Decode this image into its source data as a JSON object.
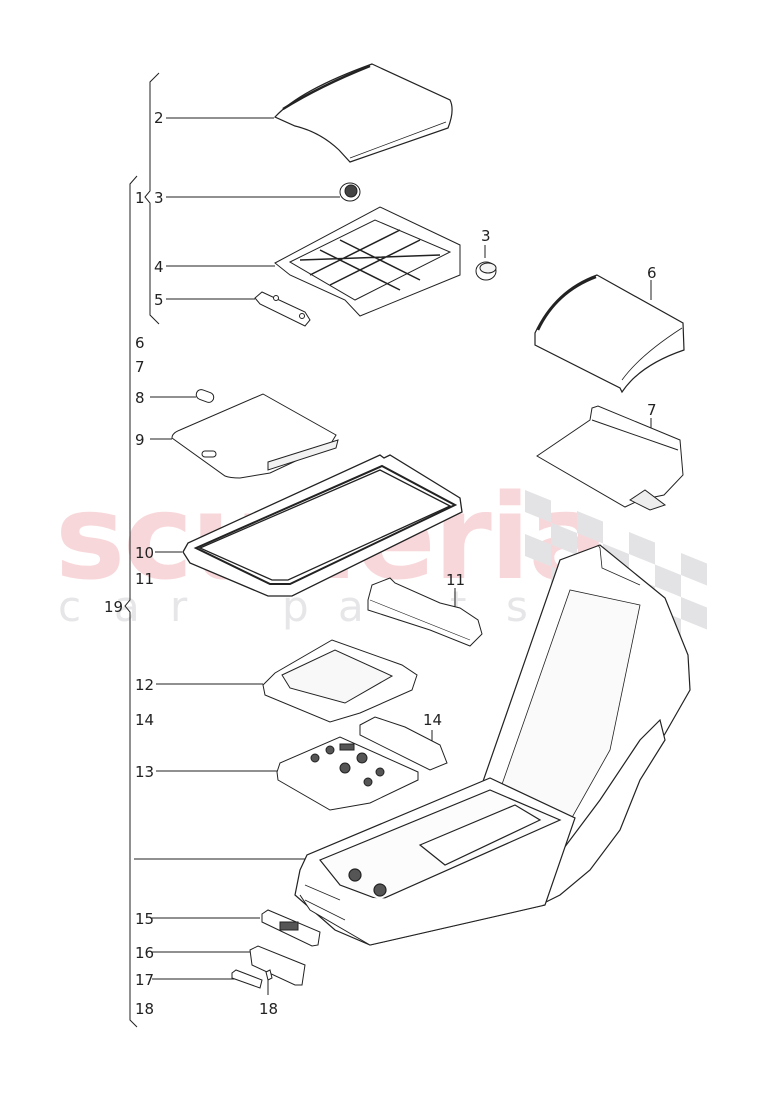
{
  "diagram": {
    "type": "exploded-parts-diagram",
    "subject": "Center console armrest assembly",
    "watermark": {
      "main_text": "scuderia",
      "sub_letters": [
        "c",
        "a",
        "r",
        "p",
        "a",
        "r",
        "t",
        "s"
      ],
      "main_color": "#f8d7da",
      "sub_color": "#e6e6e8",
      "flag_color": "#e0e0e2"
    },
    "line_color": "#222222",
    "callouts": {
      "left_column": [
        {
          "id": "c1",
          "label": "1"
        },
        {
          "id": "c2",
          "label": "2"
        },
        {
          "id": "c3",
          "label": "3"
        },
        {
          "id": "c4",
          "label": "4"
        },
        {
          "id": "c5",
          "label": "5"
        },
        {
          "id": "c6",
          "label": "6"
        },
        {
          "id": "c7",
          "label": "7"
        },
        {
          "id": "c8",
          "label": "8"
        },
        {
          "id": "c9",
          "label": "9"
        },
        {
          "id": "c10",
          "label": "10"
        },
        {
          "id": "c11",
          "label": "11"
        },
        {
          "id": "c19",
          "label": "19"
        },
        {
          "id": "c12",
          "label": "12"
        },
        {
          "id": "c14",
          "label": "14"
        },
        {
          "id": "c13",
          "label": "13"
        },
        {
          "id": "c15",
          "label": "15"
        },
        {
          "id": "c16",
          "label": "16"
        },
        {
          "id": "c17",
          "label": "17"
        },
        {
          "id": "c18",
          "label": "18"
        }
      ],
      "in_drawing": [
        {
          "id": "d3",
          "label": "3"
        },
        {
          "id": "d6",
          "label": "6"
        },
        {
          "id": "d7",
          "label": "7"
        },
        {
          "id": "d11",
          "label": "11"
        },
        {
          "id": "d14",
          "label": "14"
        },
        {
          "id": "d18",
          "label": "18"
        }
      ]
    },
    "groups": [
      {
        "label": "1",
        "members": [
          "2",
          "3",
          "4",
          "5"
        ]
      },
      {
        "label": "19",
        "members": [
          "1",
          "6",
          "7",
          "8",
          "9",
          "10",
          "11",
          "12",
          "14",
          "13",
          "15",
          "16",
          "17",
          "18"
        ]
      }
    ]
  }
}
